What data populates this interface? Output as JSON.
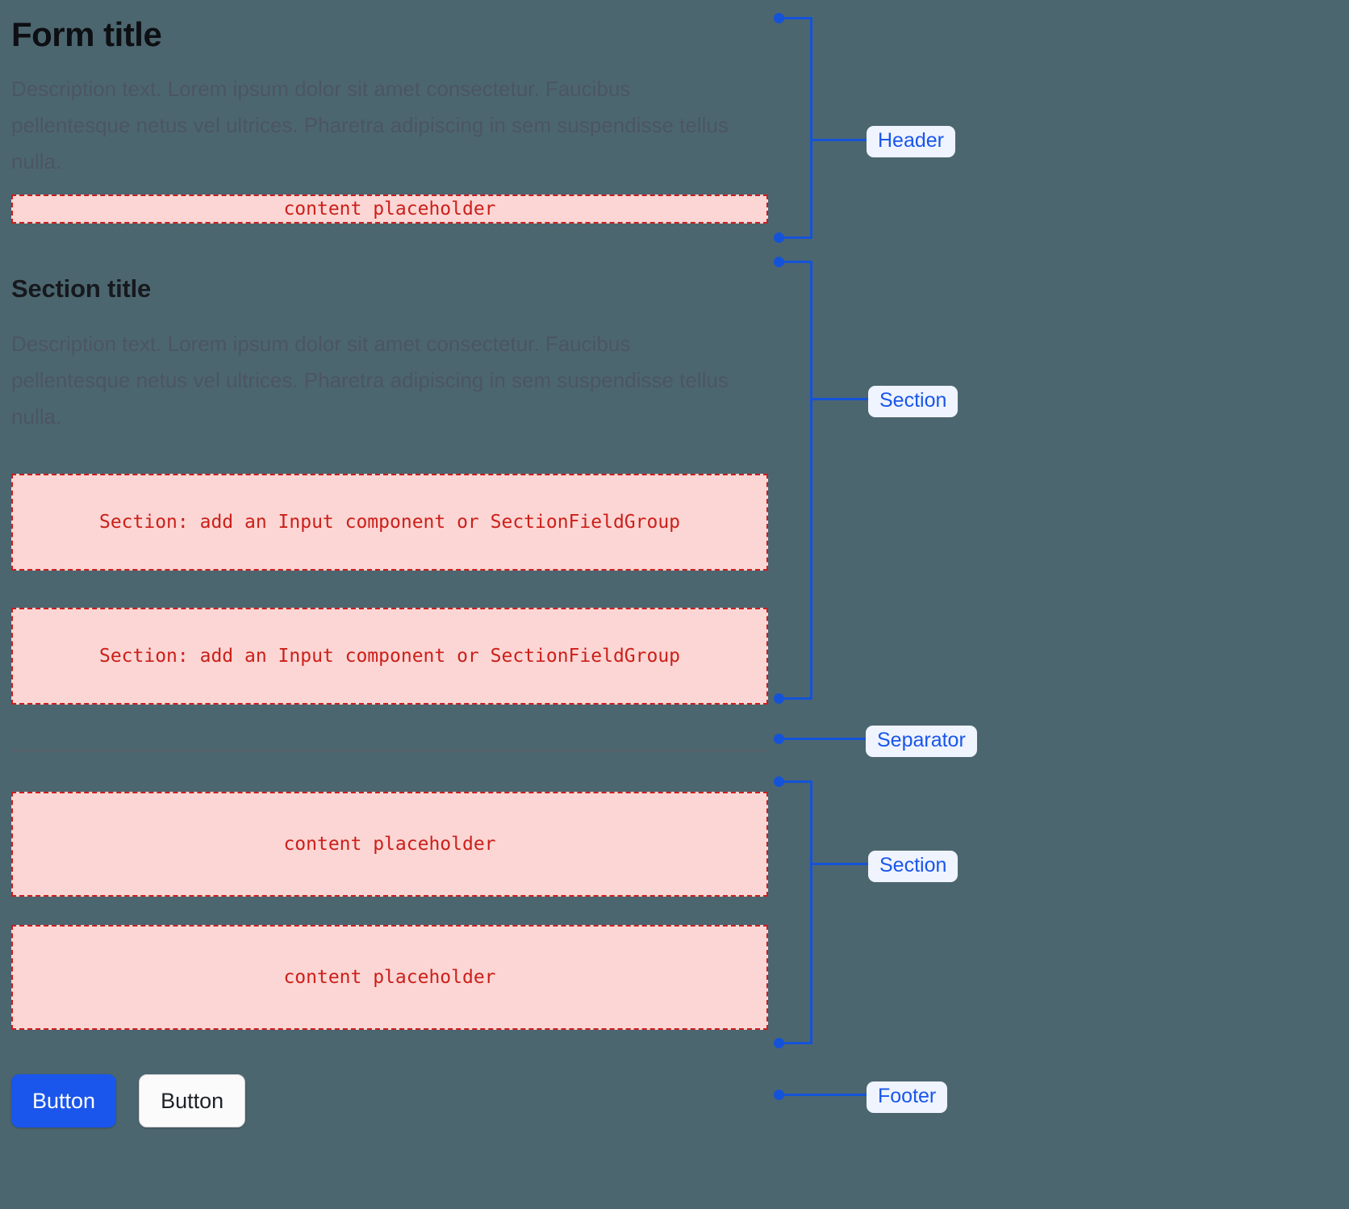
{
  "theme": {
    "background": "#4c6670",
    "accent_blue": "#1a56eb",
    "stroke_blue": "#1453d8",
    "badge_bg": "#eff4fe",
    "placeholder_bg": "#fbd6d4",
    "placeholder_border": "#c81e1e",
    "placeholder_text": "#cc1f1a",
    "separator": "#5b5f6b",
    "title_text": "#0d0f12",
    "desc_text": "#4b5563"
  },
  "form": {
    "header": {
      "title": "Form title",
      "description": "Description text. Lorem ipsum dolor sit amet consectetur. Faucibus pellentesque netus vel ultrices. Pharetra adipiscing in sem suspendisse tellus nulla.",
      "placeholder": "content placeholder"
    },
    "section_one": {
      "title": "Section title",
      "description": "Description text. Lorem ipsum dolor sit amet consectetur. Faucibus pellentesque netus vel ultrices. Pharetra adipiscing in sem suspendisse tellus nulla.",
      "field_placeholder_1": "Section: add an Input component or SectionFieldGroup",
      "field_placeholder_2": "Section: add an Input component or SectionFieldGroup"
    },
    "section_two": {
      "placeholder_1": "content placeholder",
      "placeholder_2": "content placeholder"
    },
    "footer": {
      "primary_button": "Button",
      "secondary_button": "Button"
    }
  },
  "annotations": [
    {
      "label": "Header"
    },
    {
      "label": "Section"
    },
    {
      "label": "Separator"
    },
    {
      "label": "Section"
    },
    {
      "label": "Footer"
    }
  ]
}
